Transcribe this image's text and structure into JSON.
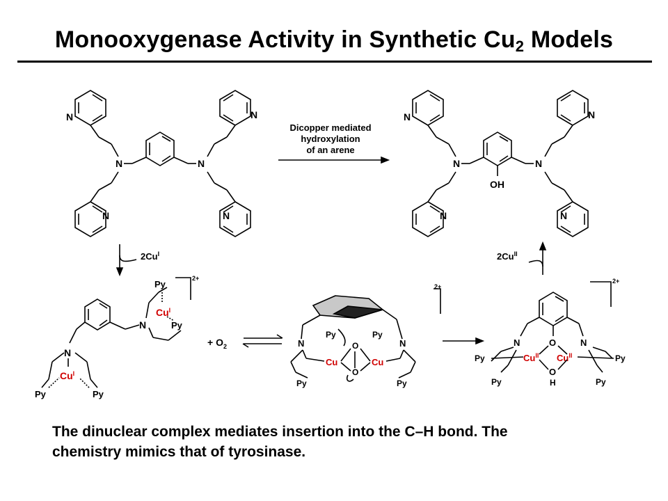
{
  "slide": {
    "title_main": "Monooxygenase Activity in Synthetic Cu",
    "title_sub": "2",
    "title_end": " Models",
    "caption_line1": "The dinuclear complex mediates insertion into the C–H bond. The",
    "caption_line2": "chemistry mimics that of tyrosinase."
  },
  "scheme": {
    "arrow_label": [
      "Dicopper mediated",
      "hydroxylation",
      "of an arene"
    ],
    "N": "N",
    "OH": "OH",
    "Py": "Py",
    "O": "O",
    "H": "H",
    "Cu": "Cu",
    "ox_I": "I",
    "ox_II": "II",
    "reagent_left": "2Cu",
    "reagent_right": "2Cu",
    "charge": "2+",
    "plus_o2": "+ O",
    "o2_sub": "2"
  }
}
